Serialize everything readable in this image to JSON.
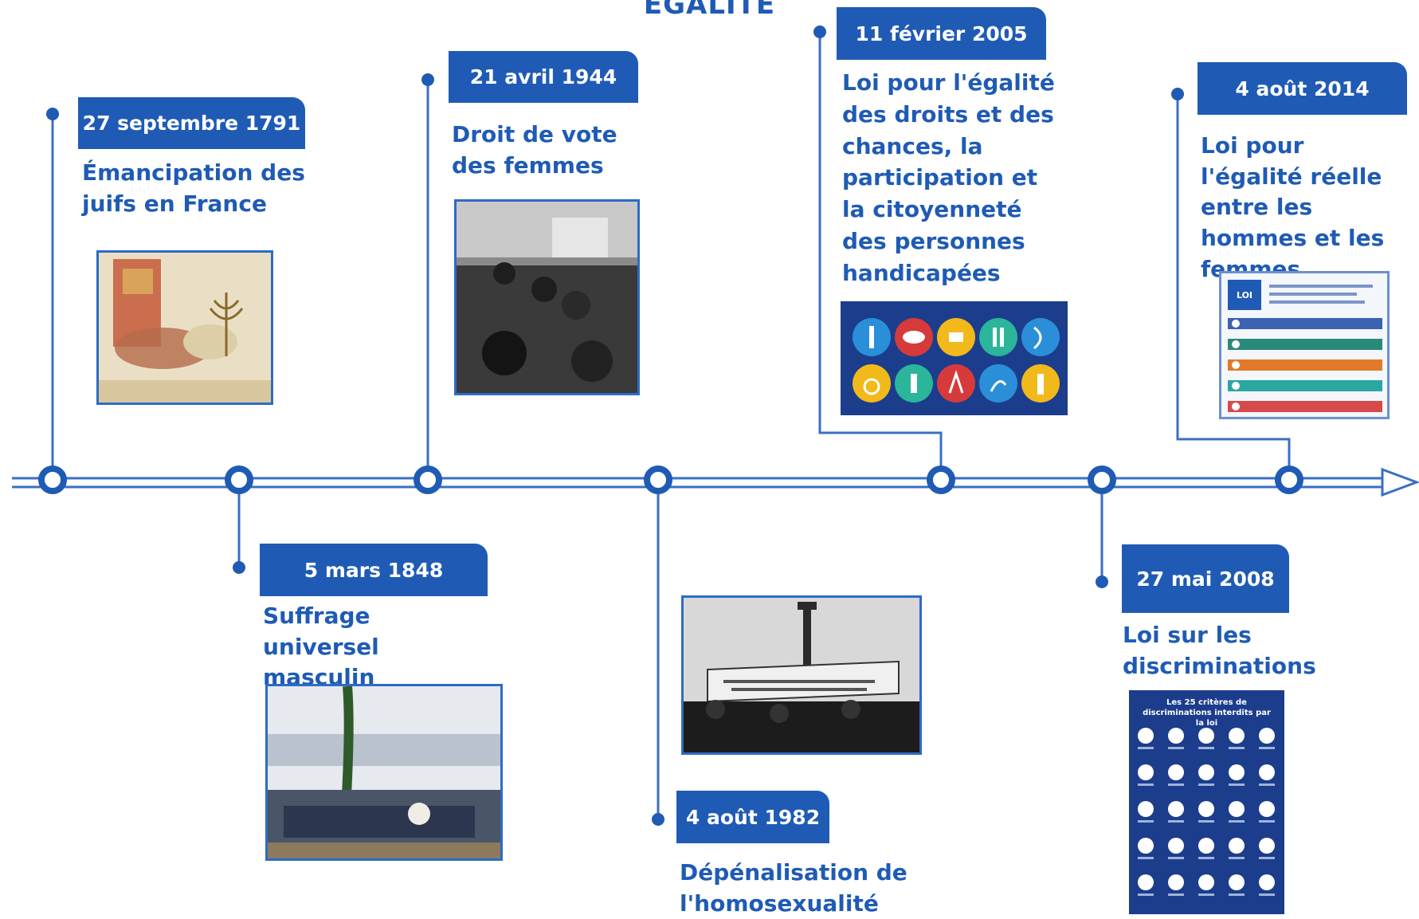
{
  "title": "ÉGALITÉ",
  "events": [
    {
      "date": "27 septembre 1791",
      "text": "Émancipation des juifs en France",
      "image": "painting-emancipation"
    },
    {
      "date": "5 mars 1848",
      "text": "Suffrage universel masculin",
      "image": "painting-suffrage-crowd"
    },
    {
      "date": "21 avril 1944",
      "text": "Droit de vote des femmes",
      "image": "photo-women-voting-queue"
    },
    {
      "date": "4 août 1982",
      "text": "Dépénalisation de l'homosexualité",
      "image": "photo-demonstration-bastille"
    },
    {
      "date": "11 février 2005",
      "text": "Loi pour l'égalité des droits et des chances, la participation et la citoyenneté des personnes handicapées",
      "image": "disability-icons-panel"
    },
    {
      "date": "27 mai 2008",
      "text": "Loi sur les discriminations",
      "image": "discrimination-criteria-poster"
    },
    {
      "date": "4 août 2014",
      "text": "Loi pour l'égalité réelle entre les hommes et les femmes",
      "image": "law-document"
    }
  ],
  "poster": {
    "heading": "Les 25 critères de discriminations interdits par la loi"
  },
  "law_doc": {
    "label": "LOI"
  },
  "colors": {
    "primary": "#1f5bb5",
    "line": "#3a6fc4"
  }
}
